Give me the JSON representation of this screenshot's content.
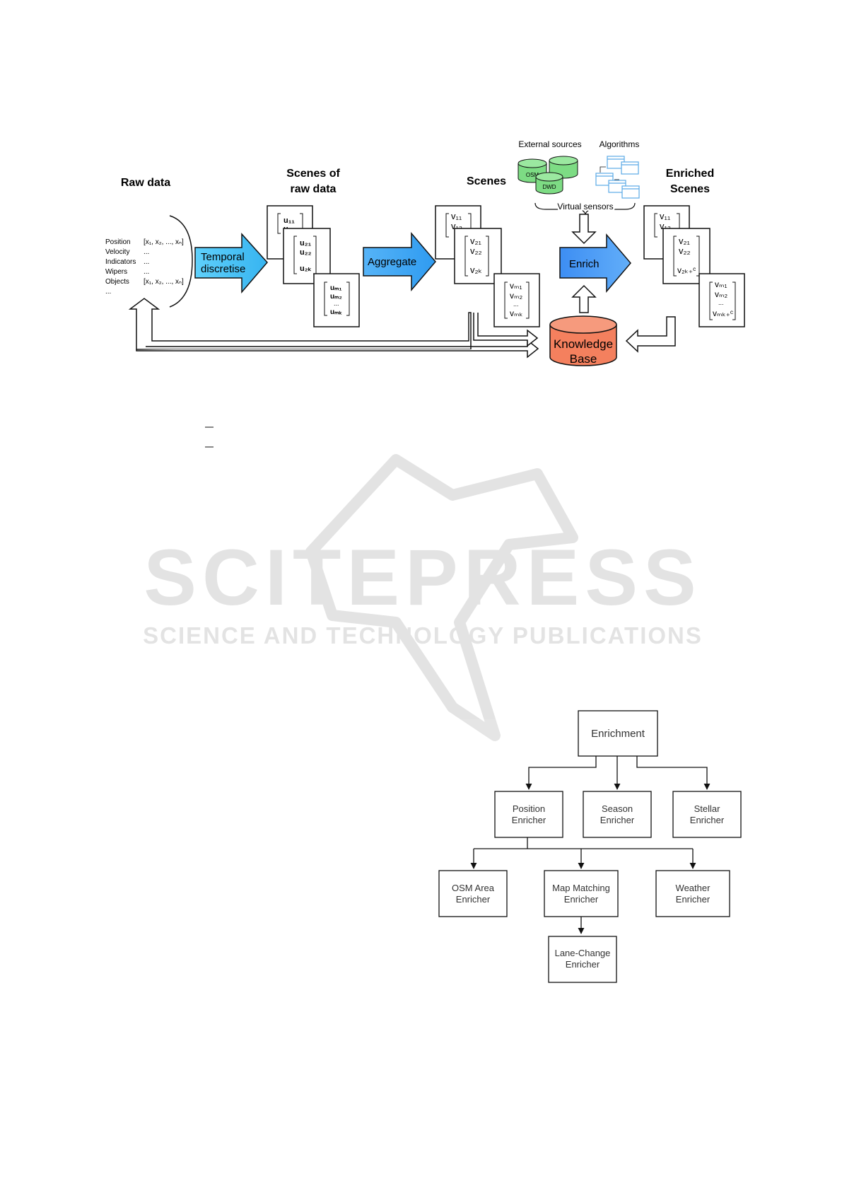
{
  "pipeline": {
    "headings": {
      "raw_data": "Raw data",
      "scenes_of_line1": "Scenes of",
      "scenes_of_line2": "raw data",
      "scenes": "Scenes",
      "enriched_line1": "Enriched",
      "enriched_line2": "Scenes"
    },
    "raw_rows": [
      {
        "label": "Position",
        "value": "[x₁, x₂, ..., xₙ]"
      },
      {
        "label": "Velocity",
        "value": "..."
      },
      {
        "label": "Indicators",
        "value": "..."
      },
      {
        "label": "Wipers",
        "value": "..."
      },
      {
        "label": "Objects",
        "value": "[x₁, x₂, ..., xₙ]"
      },
      {
        "label": "...",
        "value": ""
      }
    ],
    "arrows": {
      "temporal_line1": "Temporal",
      "temporal_line2": "discretise",
      "aggregate": "Aggregate",
      "enrich": "Enrich"
    },
    "sources": {
      "external": "External sources",
      "algorithms": "Algorithms",
      "virtual_sensors": "Virtual sensors",
      "osm": "OSM",
      "dwd": "DWD"
    },
    "knowledge_base_line1": "Knowledge",
    "knowledge_base_line2": "Base",
    "raw_scenes": {
      "s1": [
        "u₁₁",
        "u₁₂"
      ],
      "s2": [
        "u₂₁",
        "u₂₂",
        "u₂ₖ"
      ],
      "s3": [
        "uₘ₁",
        "uₘ₂",
        "...",
        "uₘₖ"
      ]
    },
    "scenes": {
      "s1": [
        "v₁₁",
        "v₁₂"
      ],
      "s2": [
        "v₂₁",
        "v₂₂",
        "v₂ₖ"
      ],
      "s3": [
        "vₘ₁",
        "vₘ₂",
        "...",
        "vₘₖ"
      ]
    },
    "enriched": {
      "s1": [
        "v₁₁",
        "v₁₂"
      ],
      "s2": [
        "v₂₁",
        "v₂₂",
        "v₂ₖ₊ᶜ"
      ],
      "s3": [
        "vₘ₁",
        "vₘ₂",
        "...",
        "vₘₖ₊ᶜ"
      ]
    },
    "colors": {
      "temporal": "#4fc3f7",
      "aggregate": "#42a5f5",
      "enrich": "#4b9cf5",
      "db_green": "#7ddc84",
      "knowledge": "#f4805e"
    }
  },
  "watermark": {
    "title": "SCITEPRESS",
    "subtitle": "SCIENCE AND TECHNOLOGY PUBLICATIONS"
  },
  "tree": {
    "root": "Enrichment",
    "position_line1": "Position",
    "position_line2": "Enricher",
    "season_line1": "Season",
    "season_line2": "Enricher",
    "stellar_line1": "Stellar",
    "stellar_line2": "Enricher",
    "osm_line1": "OSM Area",
    "osm_line2": "Enricher",
    "mapmatch_line1": "Map Matching",
    "mapmatch_line2": "Enricher",
    "weather_line1": "Weather",
    "weather_line2": "Enricher",
    "lanechange_line1": "Lane-Change",
    "lanechange_line2": "Enricher"
  }
}
